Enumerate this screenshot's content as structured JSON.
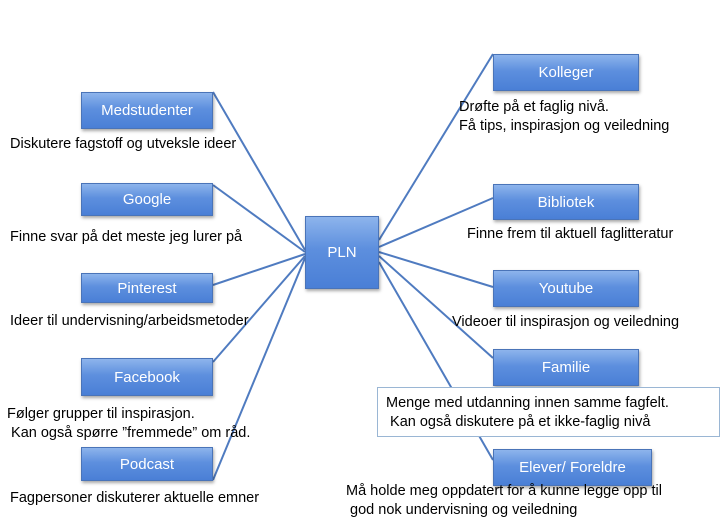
{
  "center": {
    "label": "PLN"
  },
  "left_nodes": [
    {
      "label": "Medstudenter",
      "description": [
        "Diskutere fagstoff og utveksle ideer"
      ]
    },
    {
      "label": "Google",
      "description": [
        "Finne svar på det meste jeg lurer på"
      ]
    },
    {
      "label": "Pinterest",
      "description": [
        "Ideer til undervisning/arbeidsmetoder"
      ]
    },
    {
      "label": "Facebook",
      "description": [
        "Følger grupper til inspirasjon.",
        " Kan også spørre ”fremmede” om råd."
      ]
    },
    {
      "label": "Podcast",
      "description": [
        "Fagpersoner diskuterer aktuelle emner"
      ]
    }
  ],
  "right_nodes": [
    {
      "label": "Kolleger",
      "description": [
        "Drøfte på et faglig nivå.",
        "Få tips, inspirasjon og veiledning"
      ]
    },
    {
      "label": "Bibliotek",
      "description": [
        "Finne frem til aktuell faglitteratur"
      ]
    },
    {
      "label": "Youtube",
      "description": [
        "Videoer til inspirasjon og veiledning"
      ]
    },
    {
      "label": "Familie",
      "description": [
        "Menge med utdanning innen samme fagfelt.",
        " Kan også diskutere på et ikke-faglig nivå"
      ]
    },
    {
      "label": "Elever/ Foreldre",
      "description": [
        "Må holde meg oppdatert for å kunne legge opp til",
        " god nok undervisning og veiledning"
      ]
    }
  ],
  "colors": {
    "node_fill_top": "#8db4ec",
    "node_fill_bottom": "#4a7fd6",
    "connector": "#4f7bc0"
  }
}
